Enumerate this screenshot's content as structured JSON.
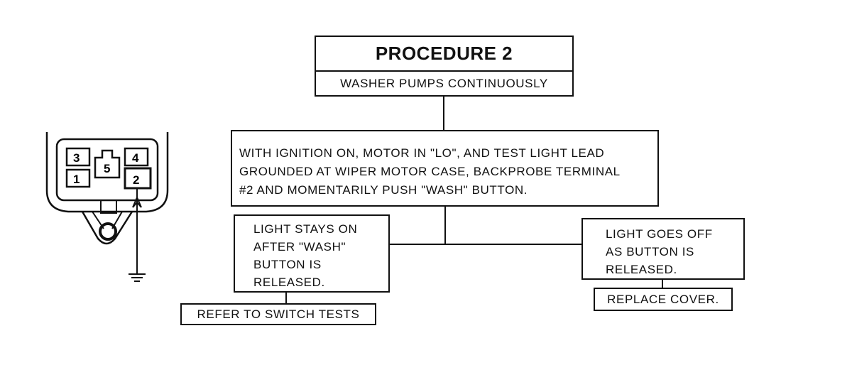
{
  "procedure": {
    "title": "PROCEDURE 2",
    "subtitle": "WASHER PUMPS CONTINUOUSLY"
  },
  "test_step": {
    "text": "WITH IGNITION ON, MOTOR IN \"LO\", AND TEST LIGHT LEAD\nGROUNDED AT WIPER MOTOR CASE, BACKPROBE TERMINAL\n#2 AND MOMENTARILY PUSH \"WASH\" BUTTON."
  },
  "branch_left": {
    "condition": "LIGHT STAYS ON\nAFTER \"WASH\"\nBUTTON IS\nRELEASED.",
    "action": "REFER TO SWITCH TESTS"
  },
  "branch_right": {
    "condition": "LIGHT GOES OFF\nAS BUTTON IS\nRELEASED.",
    "action": "REPLACE COVER."
  },
  "connector": {
    "pins": [
      "3",
      "4",
      "5",
      "1",
      "2"
    ]
  }
}
